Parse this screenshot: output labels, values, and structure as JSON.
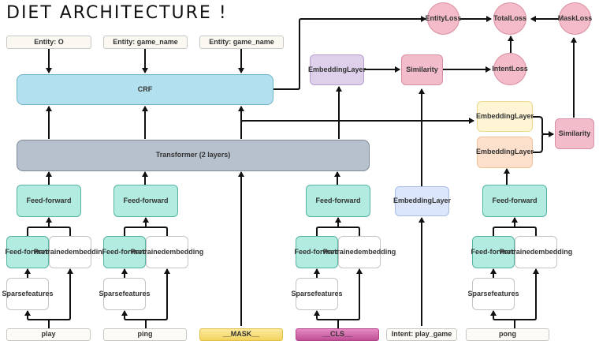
{
  "title": "DIET ARCHITECTURE !",
  "entities": [
    "Entity: O",
    "Entity: game_name",
    "Entity: game_name"
  ],
  "crf_label": "CRF",
  "transformer_label": "Transformer (2 layers)",
  "feed_forward_label": "Feed-forward",
  "feed_forward_small": [
    "Feed-",
    "forward"
  ],
  "pretrained_label": [
    "Pretrained",
    "embedding"
  ],
  "sparse_label": [
    "Sparse",
    "features"
  ],
  "tokens": [
    "play",
    "ping",
    "__MASK__",
    "__CLS__",
    "Intent: play_game",
    "pong"
  ],
  "embedding_layer": [
    "Embedding",
    "Layer"
  ],
  "similarity_label": "Similarity",
  "losses": {
    "entity": [
      "Entity",
      "Loss"
    ],
    "total": [
      "Total",
      "Loss"
    ],
    "mask": [
      "Mask",
      "Loss"
    ],
    "intent": [
      "Intent",
      "Loss"
    ]
  }
}
